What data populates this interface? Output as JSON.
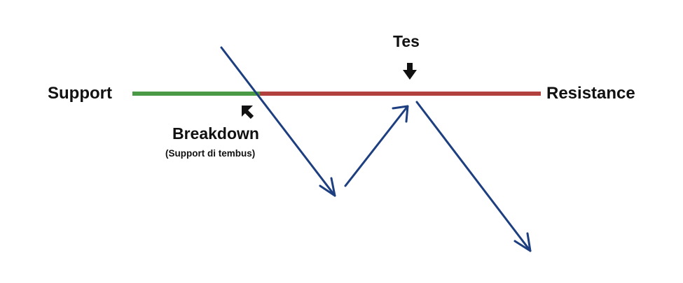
{
  "labels": {
    "support": "Support",
    "resistance": "Resistance",
    "test": "Tes",
    "breakdown": "Breakdown",
    "breakdown_note": "(Support di tembus)"
  },
  "colors": {
    "support_line": "#4a9a45",
    "resistance_line": "#b2403c",
    "price_path": "#1d3f80",
    "pointer_arrows": "#111111",
    "text": "#111111",
    "background": "#ffffff"
  },
  "icons": {
    "breakdown_pointer": "arrow-up-left-icon",
    "test_pointer": "arrow-down-icon"
  }
}
